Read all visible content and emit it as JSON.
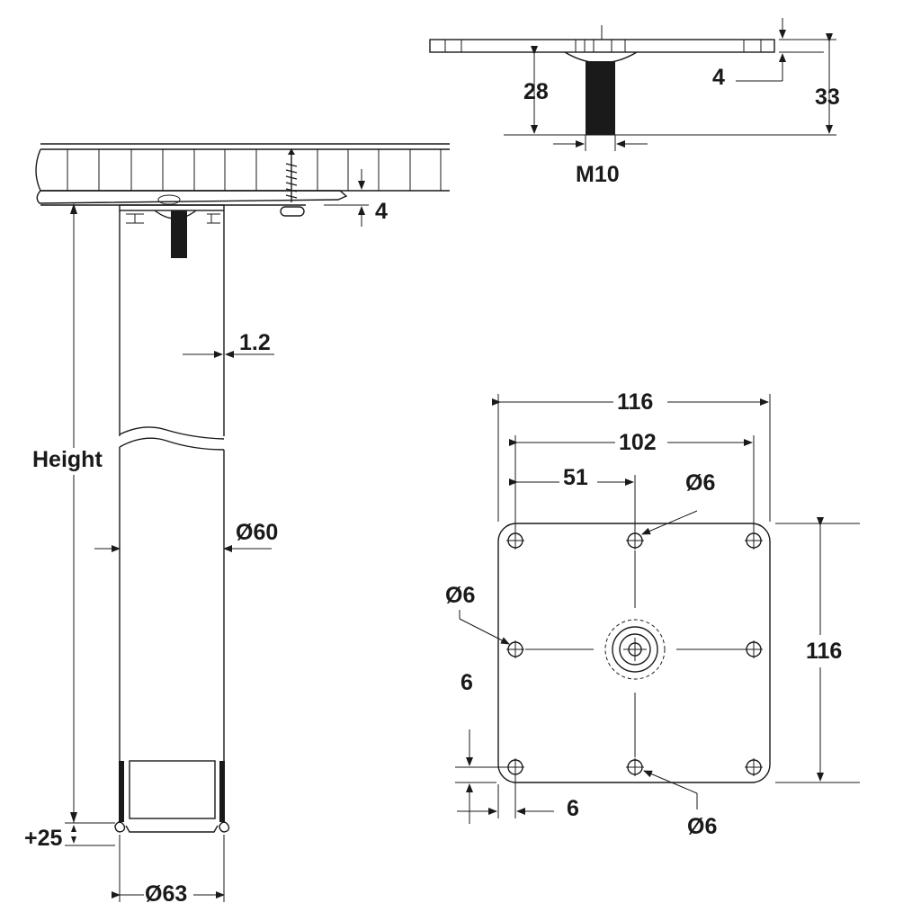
{
  "labels": {
    "height": "Height",
    "plus25": "+25",
    "dia63": "Ø63",
    "dia60": "Ø60",
    "wall": "1.2",
    "table_gap": "4",
    "plate_top_4": "4",
    "d28": "28",
    "d33": "33",
    "thread": "M10",
    "w116_top": "116",
    "w102": "102",
    "w51": "51",
    "hole_top": "Ø6",
    "hole_left": "Ø6",
    "hole_bottom": "Ø6",
    "edge_v": "6",
    "edge_h": "6",
    "h116_right": "116"
  }
}
